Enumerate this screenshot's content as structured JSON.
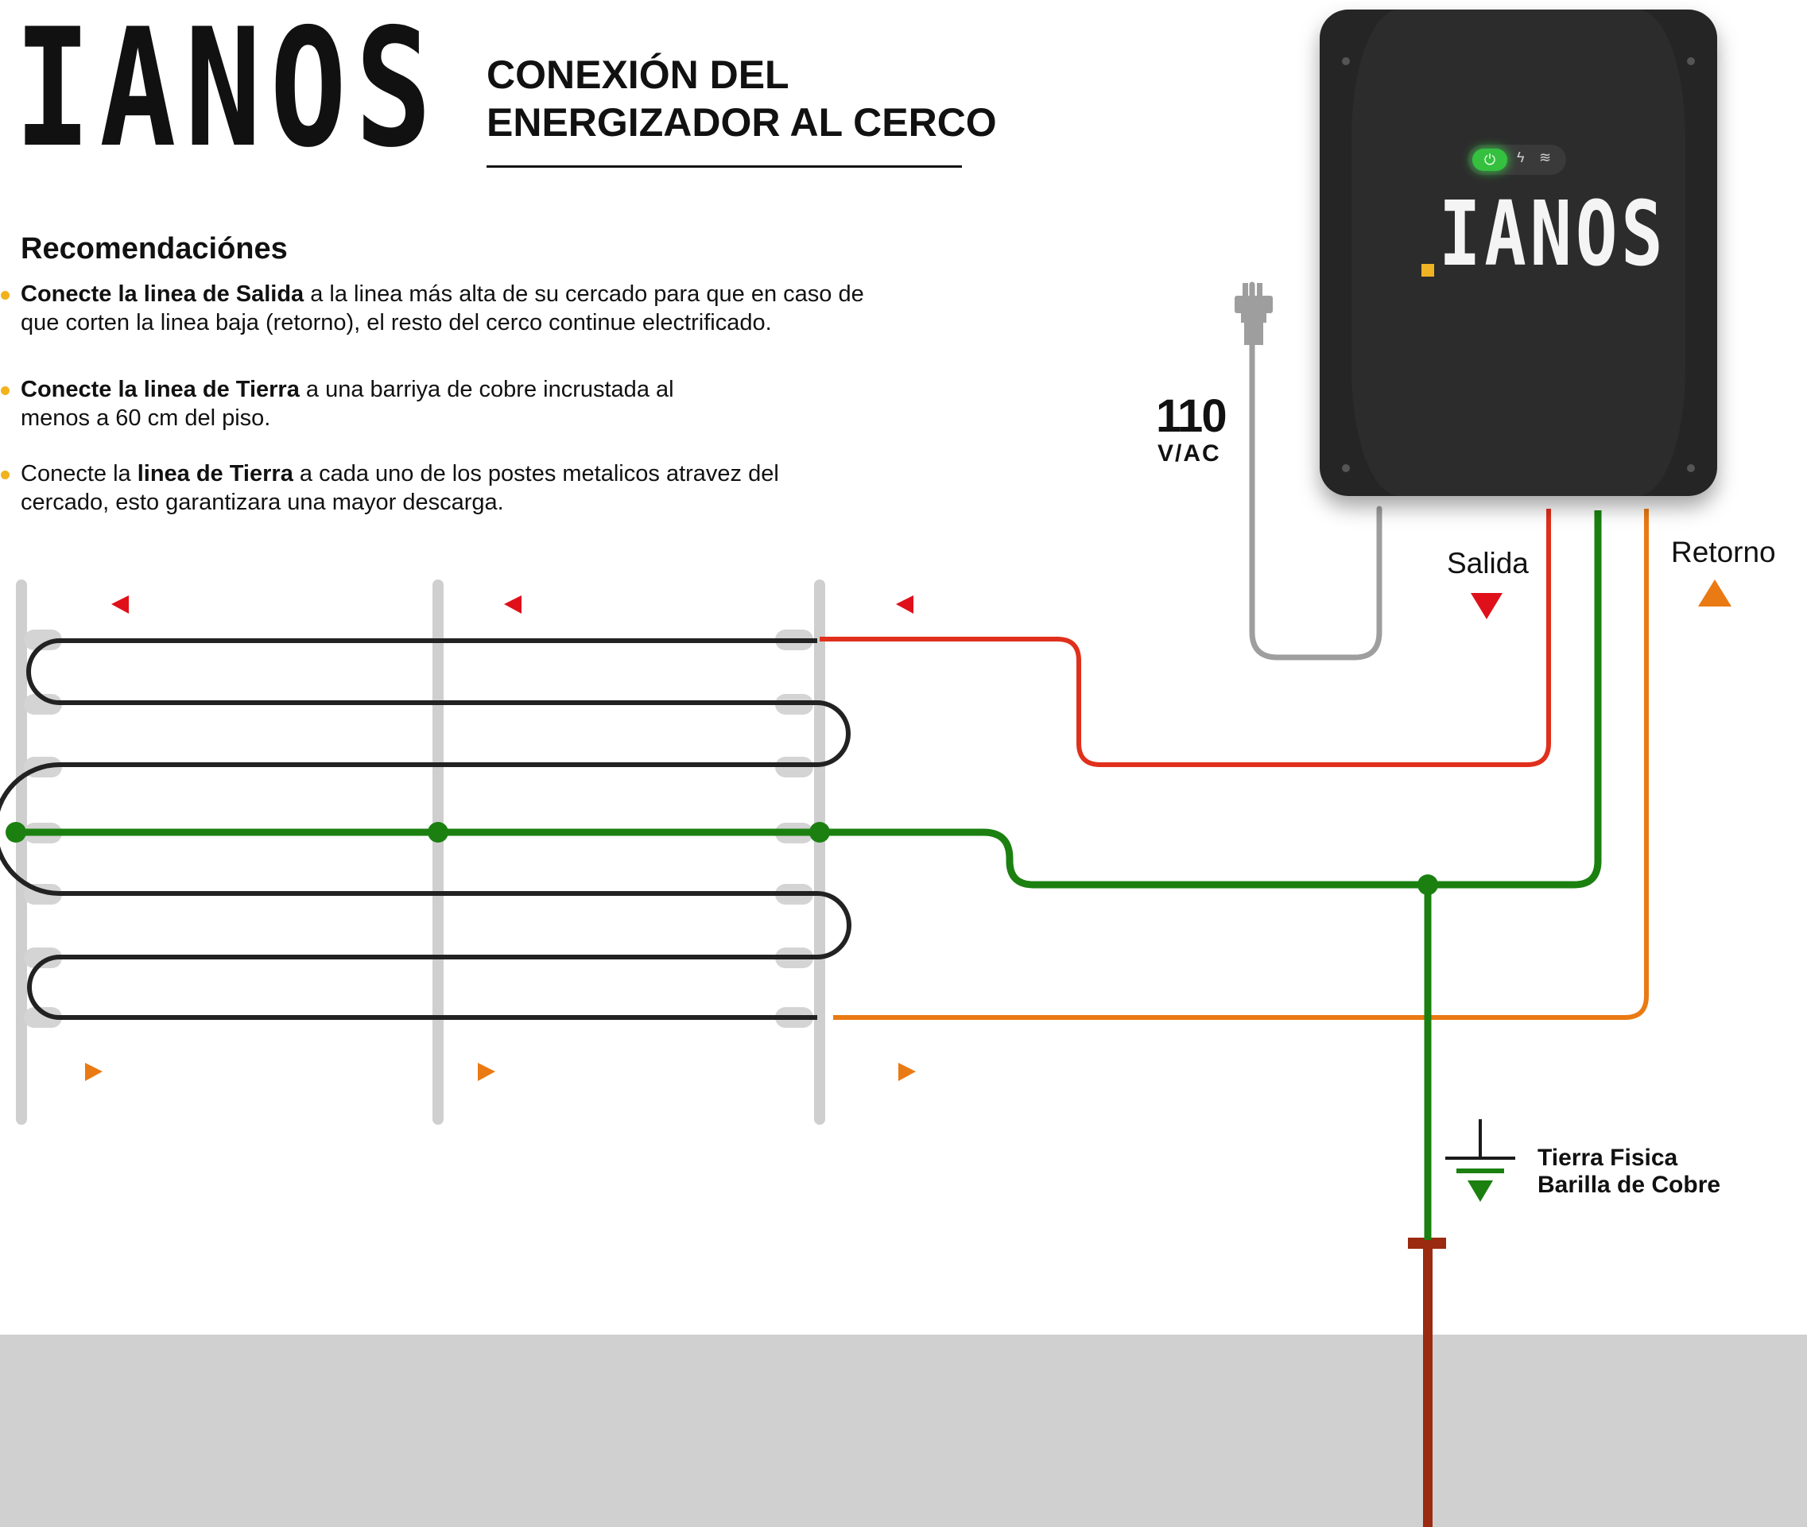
{
  "brand": {
    "logo": "IANOS"
  },
  "title": {
    "line1": "CONEXIÓN DEL",
    "line2": "ENERGIZADOR AL CERCO"
  },
  "recommendations": {
    "heading": "Recomendaciónes",
    "items": [
      {
        "bold_lead": "Conecte la linea de Salida",
        "text": " a la linea más alta de su cercado para que en caso de que corten la linea baja (retorno), el resto del cerco continue electrificado."
      },
      {
        "bold_lead": "Conecte la linea de Tierra",
        "text": " a una barriya de cobre incrustada al menos a 60 cm del piso."
      },
      {
        "lead": "Conecte la ",
        "bold": "linea de Tierra",
        "text": " a cada uno de los postes metalicos atravez del cercado, esto garantizara una mayor descarga."
      }
    ]
  },
  "device": {
    "brand": "IANOS",
    "status_icons": [
      "power-icon",
      "bolt-icon",
      "wifi-icon"
    ],
    "power_led_color": "#35c040",
    "accent": "#f0b323"
  },
  "power": {
    "voltage": "110",
    "unit": "V/AC"
  },
  "labels": {
    "salida": "Salida",
    "retorno": "Retorno",
    "tierra_line1": "Tierra Fisica",
    "tierra_line2": "Barilla de Cobre"
  },
  "colors": {
    "salida": "#e0301c",
    "retorno": "#ea7a13",
    "tierra": "#1b8010",
    "fence_wire": "#222222",
    "post": "#cfcfcf",
    "copper_rod": "#9a2a10",
    "ground": "#d0d0d0"
  }
}
